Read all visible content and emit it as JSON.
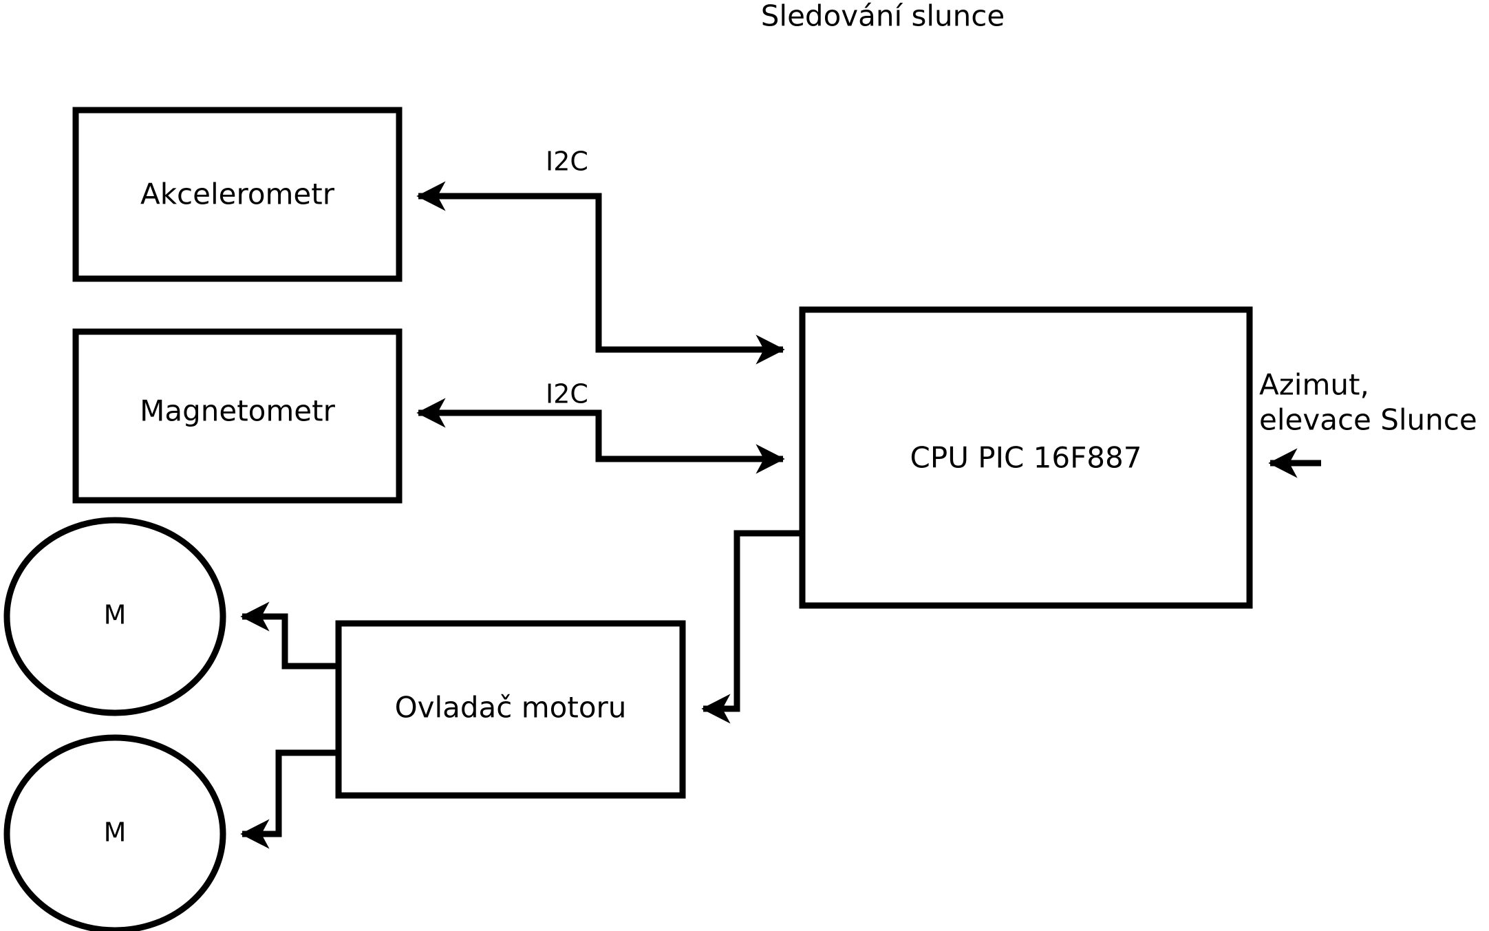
{
  "title": "Sledování slunce",
  "nodes": {
    "accelerometer": {
      "label": "Akcelerometr"
    },
    "magnetometer": {
      "label": "Magnetometr"
    },
    "cpu": {
      "label": "CPU PIC 16F887"
    },
    "motor_driver": {
      "label": "Ovladač motoru"
    },
    "motor_top": {
      "label": "M"
    },
    "motor_bottom": {
      "label": "M"
    }
  },
  "edges": {
    "accelerometer_bus": {
      "label": "I2C"
    },
    "magnetometer_bus": {
      "label": "I2C"
    }
  },
  "annotations": {
    "sun_input_line1": "Azimut,",
    "sun_input_line2": "elevace Slunce"
  },
  "colors": {
    "stroke": "#000000",
    "fill": "#ffffff",
    "background": "#ffffff"
  }
}
